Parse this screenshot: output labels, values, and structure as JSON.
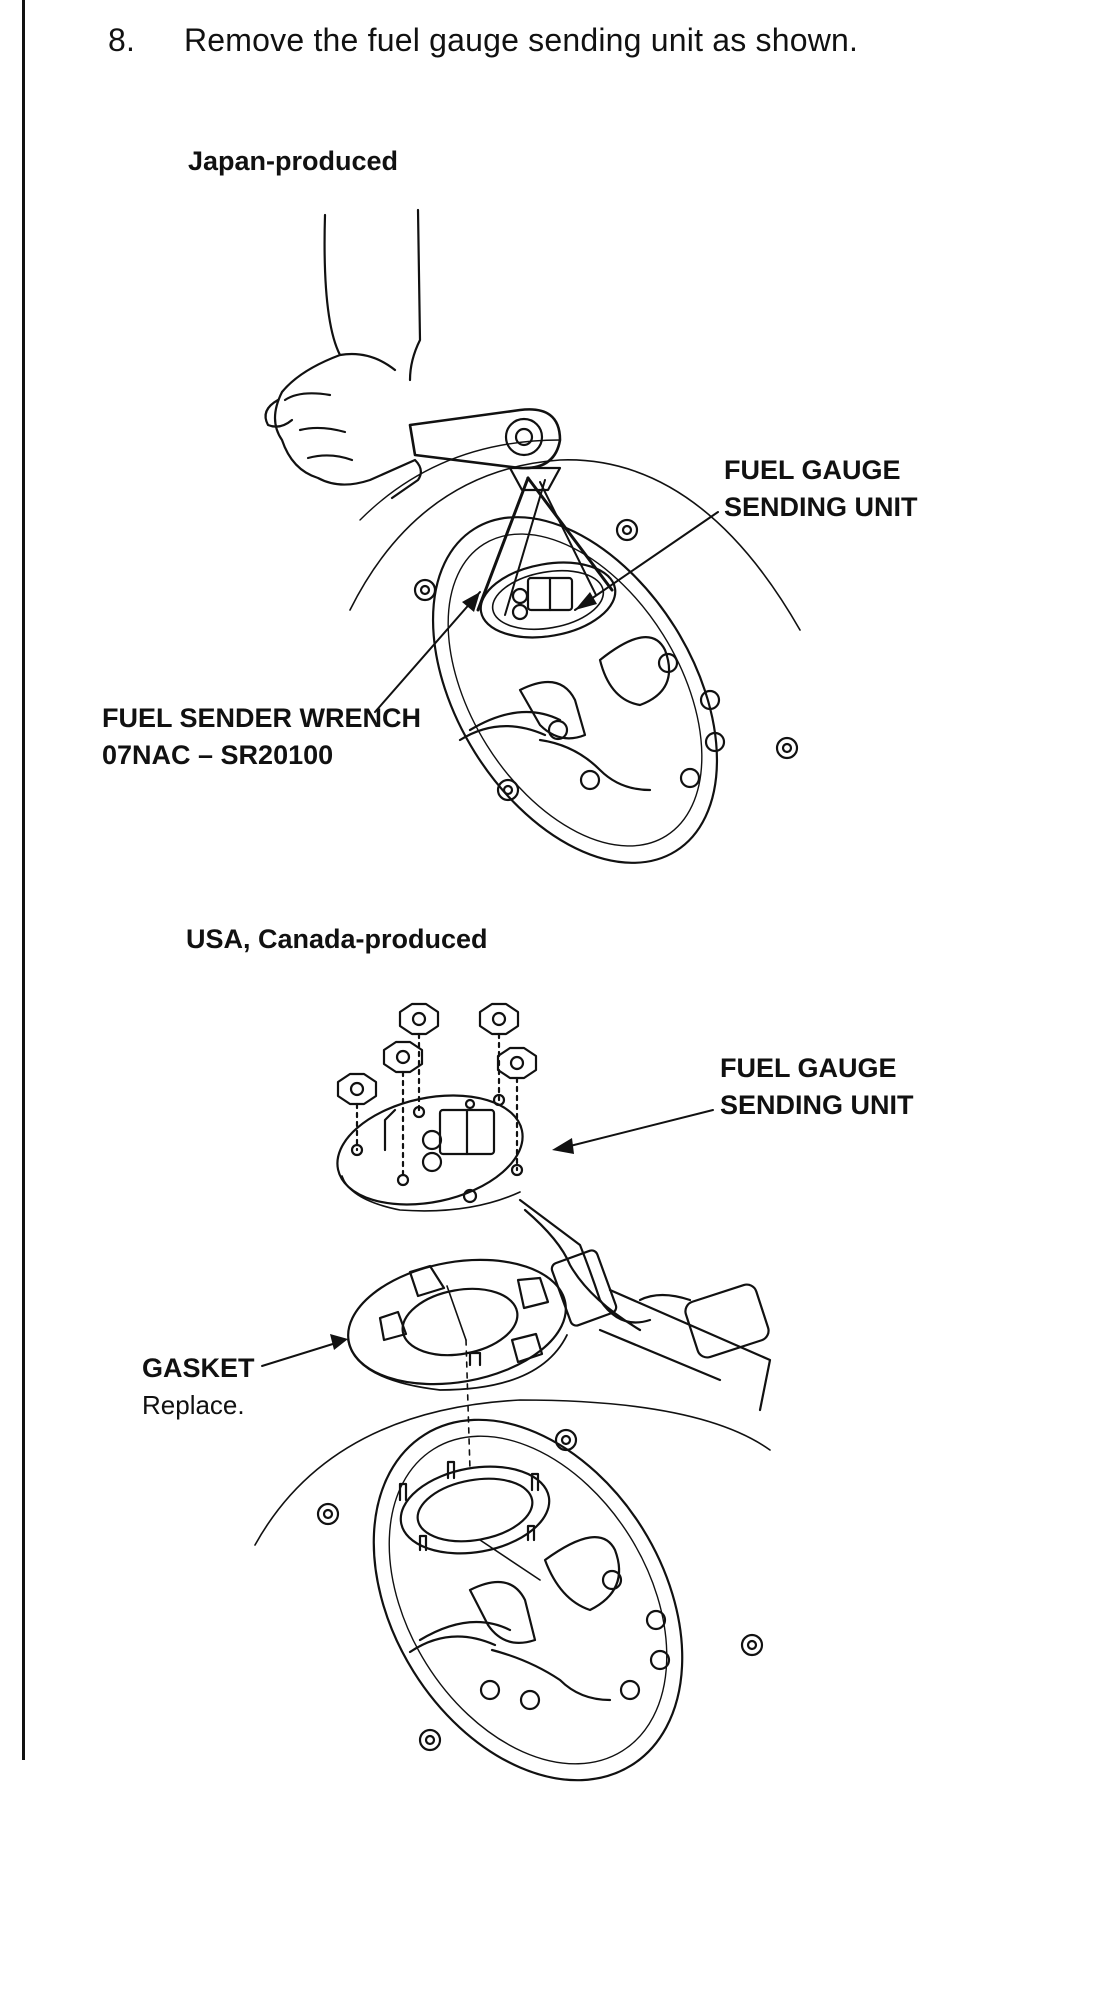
{
  "step": {
    "number": "8.",
    "text": "Remove the fuel gauge sending unit as shown."
  },
  "japan": {
    "heading": "Japan-produced",
    "sending_unit_label_line1": "FUEL GAUGE",
    "sending_unit_label_line2": "SENDING UNIT",
    "wrench_label": "FUEL SENDER WRENCH",
    "wrench_part": "07NAC – SR20100"
  },
  "usa": {
    "heading": "USA, Canada-produced",
    "sending_unit_label_line1": "FUEL GAUGE",
    "sending_unit_label_line2": "SENDING UNIT",
    "gasket_label": "GASKET",
    "gasket_note": "Replace."
  }
}
